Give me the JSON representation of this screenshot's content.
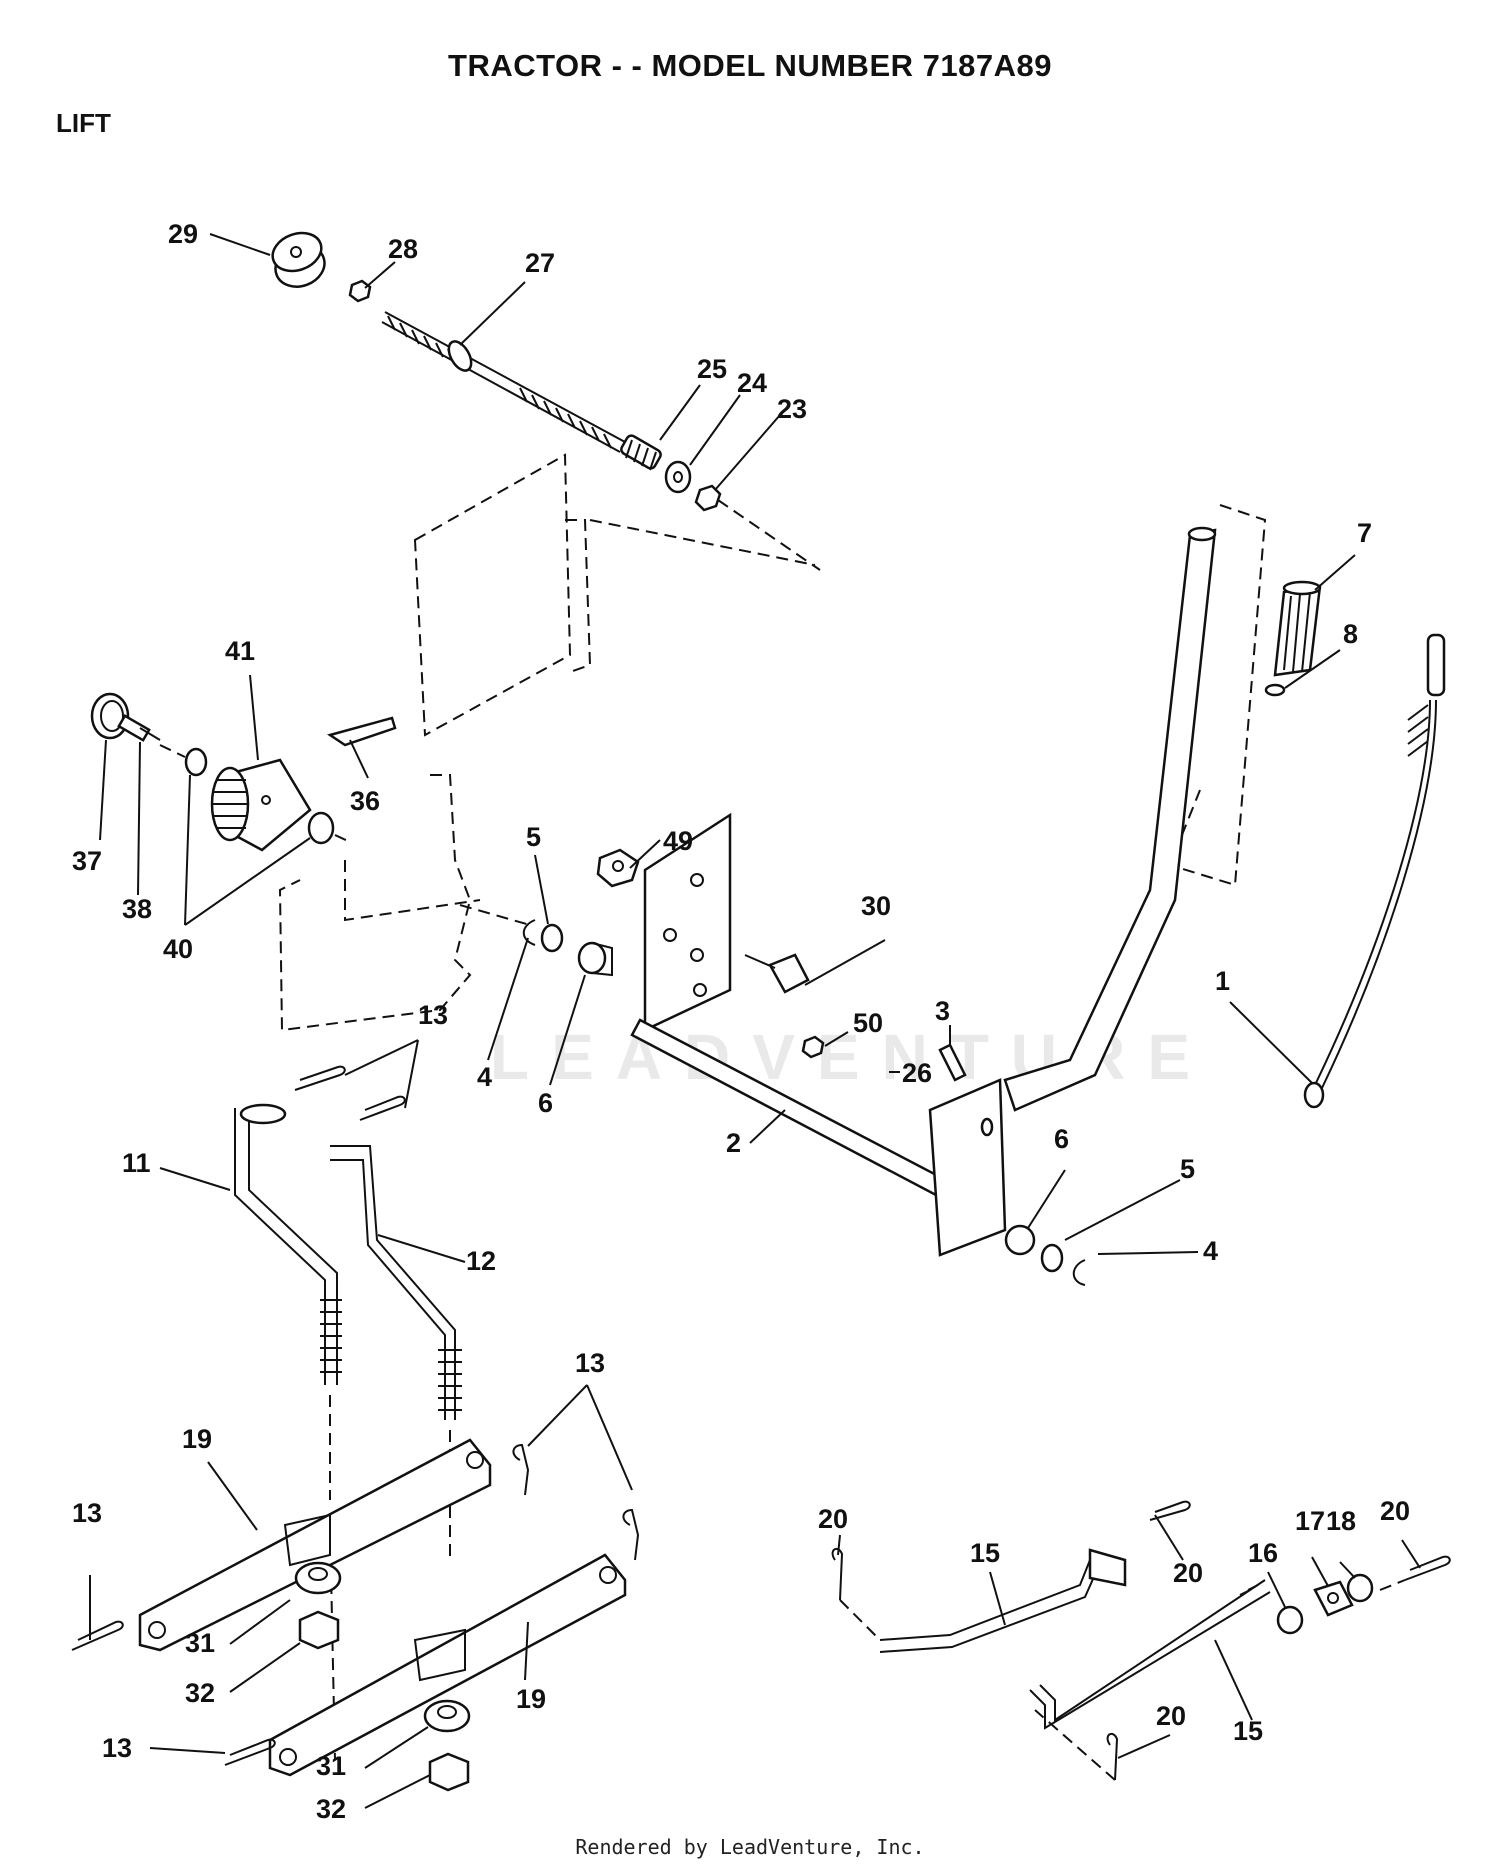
{
  "header": {
    "title": "TRACTOR - - MODEL NUMBER 7187A89",
    "section": "LIFT"
  },
  "footer": {
    "credit": "Rendered by LeadVenture, Inc."
  },
  "watermark": {
    "text": "LEADVENTURE"
  },
  "callouts": [
    "29",
    "28",
    "27",
    "25",
    "24",
    "23",
    "7",
    "8",
    "41",
    "37",
    "38",
    "40",
    "36",
    "5",
    "49",
    "30",
    "1",
    "3",
    "50",
    "26",
    "4",
    "6",
    "13",
    "2",
    "11",
    "12",
    "6",
    "5",
    "4",
    "13",
    "19",
    "13",
    "31",
    "32",
    "19",
    "13",
    "31",
    "32",
    "20",
    "15",
    "20",
    "16",
    "17",
    "18",
    "20",
    "20",
    "15"
  ]
}
